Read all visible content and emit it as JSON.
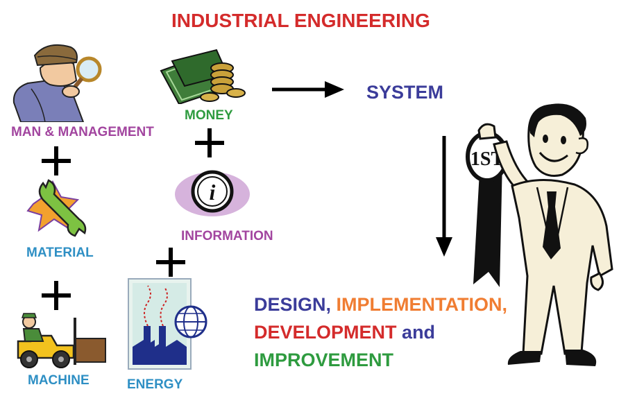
{
  "title": "INDUSTRIAL ENGINEERING",
  "system_label": "SYSTEM",
  "resources": {
    "man": "MAN & MANAGEMENT",
    "money": "MONEY",
    "material": "MATERIAL",
    "information": "INFORMATION",
    "machine": "MACHINE",
    "energy": "ENERGY"
  },
  "outcome": {
    "design": "DESIGN,",
    "implementation": "IMPLEMENTATION,",
    "development": "DEVELOPMENT",
    "and": "and",
    "improvement": "IMPROVEMENT"
  },
  "badge_text": "1ST",
  "icons": [
    "detective-icon",
    "money-stack-icon",
    "wrench-icon",
    "information-icon",
    "forklift-icon",
    "factory-globe-icon",
    "winner-man-icon",
    "plus-icon",
    "arrow-right-icon",
    "arrow-down-icon"
  ],
  "colors": {
    "title": "#d42b2b",
    "system": "#3b3c9a",
    "man": "#a2459f",
    "money": "#2e9b3f",
    "material": "#2e8fc4",
    "information": "#a2459f",
    "machine": "#2e8fc4",
    "energy": "#2e8fc4",
    "design": "#3b3c9a",
    "implementation": "#f07d32",
    "development": "#d42b2b",
    "and": "#3b3c9a",
    "improvement": "#2e9b3f"
  }
}
